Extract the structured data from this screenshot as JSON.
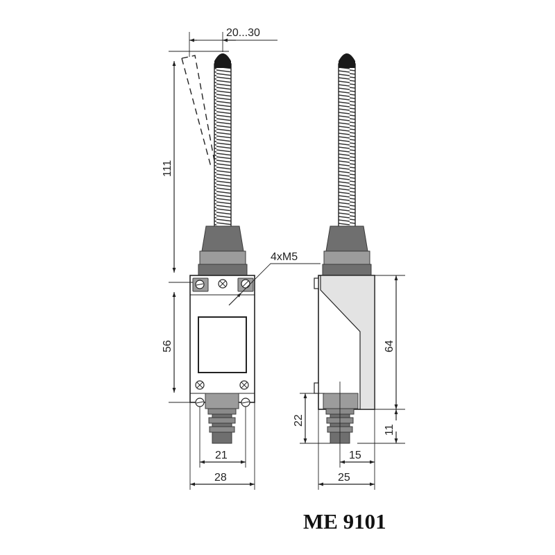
{
  "title": "ME 9101",
  "dimensions": {
    "deflection": "20...30",
    "rod_length": "111",
    "mounting_holes": "4xM5",
    "body_height": "56",
    "hole_spacing": "21",
    "body_width": "28",
    "side_height": "64",
    "plunger_height": "22",
    "base_offset": "11",
    "plunger_offset": "15",
    "side_width": "25"
  },
  "colors": {
    "line": "#222222",
    "cap": "#1a1a1a",
    "head_dark": "#6f6f6f",
    "head_light": "#9c9c9c",
    "side_panel": "#e3e3e3"
  }
}
